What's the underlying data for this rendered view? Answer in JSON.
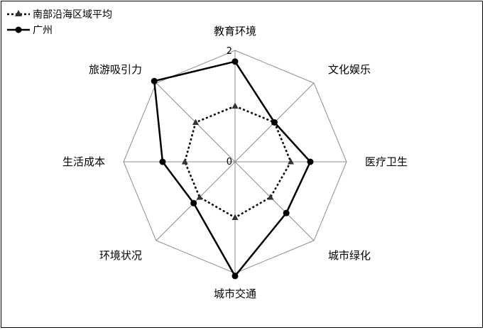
{
  "chart_data": {
    "type": "radar",
    "categories": [
      "教育环境",
      "文化娱乐",
      "医疗卫生",
      "城市绿化",
      "城市交通",
      "环境状况",
      "生活成本",
      "旅游吸引力"
    ],
    "series": [
      {
        "name": "南部沿海区域平均",
        "values": [
          1.0,
          1.0,
          1.0,
          0.9,
          1.0,
          0.9,
          0.9,
          1.0
        ],
        "style": "dotted",
        "marker": "triangle",
        "color": "#000000"
      },
      {
        "name": "广州",
        "values": [
          1.8,
          1.0,
          1.35,
          1.3,
          2.05,
          1.05,
          1.3,
          2.05
        ],
        "style": "solid",
        "marker": "circle",
        "color": "#000000"
      }
    ],
    "rlim": [
      0,
      2
    ],
    "tick_labels": [
      "0",
      "2"
    ],
    "grid": true,
    "legend": "top-left"
  }
}
